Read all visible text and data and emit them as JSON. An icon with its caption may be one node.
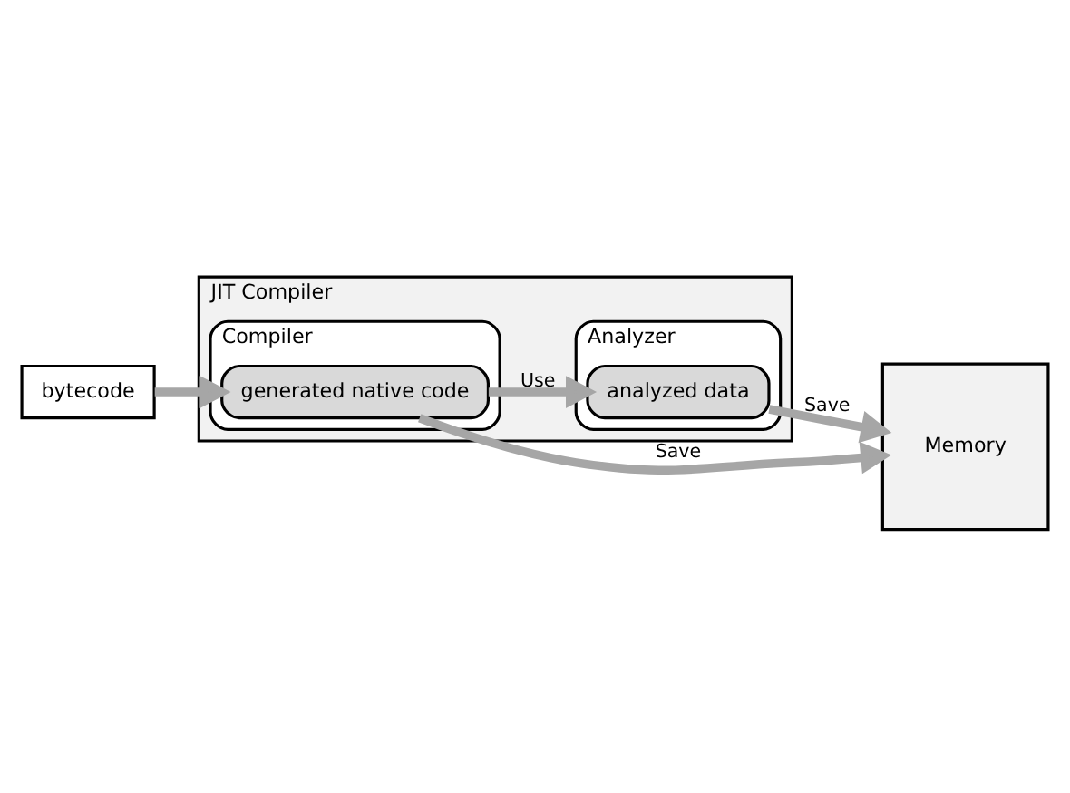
{
  "diagram": {
    "nodes": [
      {
        "text": [
          "JIT Compiler"
        ]
      },
      {
        "text": [
          "Compiler"
        ],
        "in": 0
      },
      {
        "text": [
          "generated native code"
        ],
        "in": 1
      },
      {
        "text": [
          "Analyzer"
        ],
        "in": 0
      },
      {
        "text": [
          "analyzed data"
        ],
        "in": 3
      },
      {
        "text": [
          "bytecode"
        ]
      },
      {
        "text": [
          "Memory"
        ]
      }
    ],
    "edges": [
      {
        "from": 5,
        "to": 2,
        "arrow": "to"
      },
      {
        "from": 2,
        "to": 6,
        "arrow": "to",
        "label": "Save"
      },
      {
        "from": 2,
        "to": 4,
        "arrow": "to",
        "label": "Use"
      },
      {
        "from": 4,
        "to": 6,
        "arrow": "to",
        "label": "Save"
      }
    ]
  }
}
